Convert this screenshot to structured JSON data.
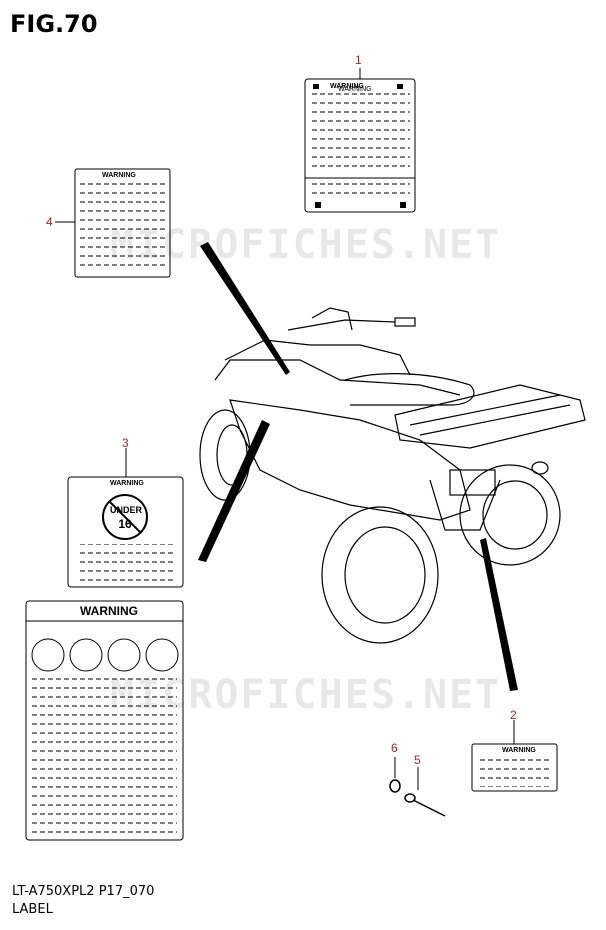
{
  "figure": {
    "title": "FIG.70"
  },
  "watermark": {
    "text": "MICROFICHES.NET"
  },
  "callouts": {
    "c1": "1",
    "c2": "2",
    "c3": "3",
    "c4": "4",
    "c5": "5",
    "c6": "6"
  },
  "labels": {
    "warning": "WARNING",
    "under_line1": "UNDER",
    "under_line2": "16"
  },
  "footer": {
    "model": "LT-A750XPL2 P17_070",
    "section": "LABEL"
  },
  "colors": {
    "callout": "#b22222",
    "ink": "#000000"
  }
}
